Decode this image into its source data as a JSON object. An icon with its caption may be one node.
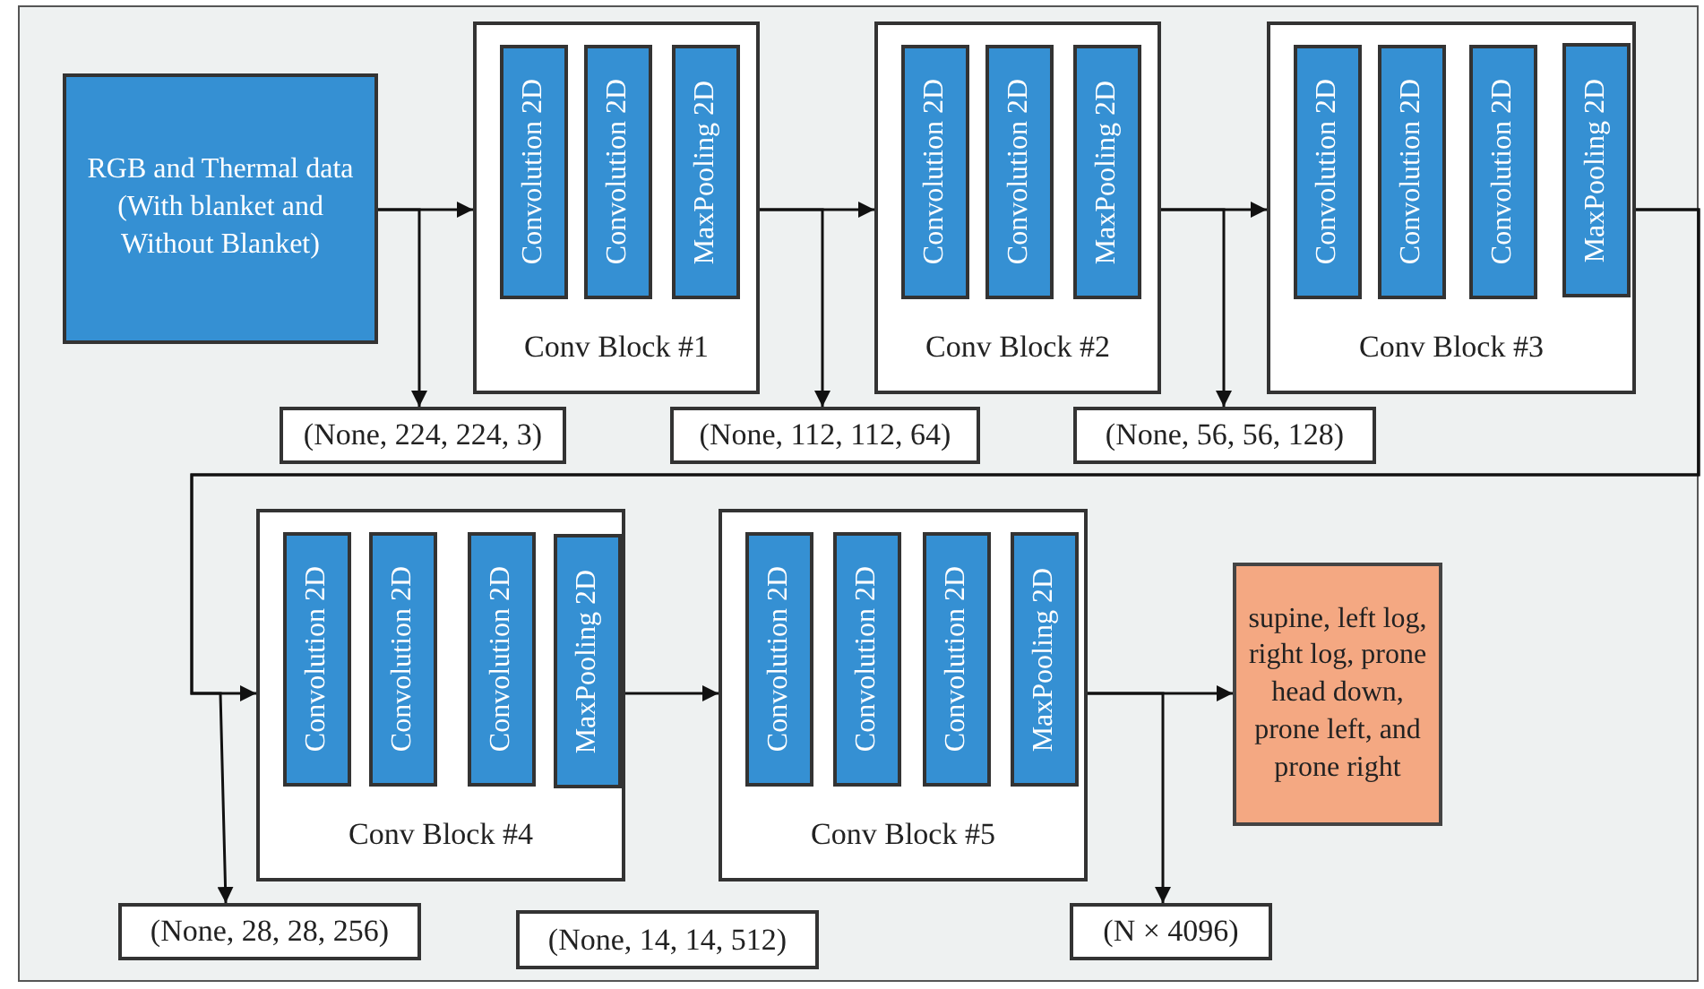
{
  "diagram": {
    "nodes": [
      {
        "text": [
          "RGB and Thermal data (With blanket and Without Blanket)"
        ]
      },
      {
        "text": [
          "Conv Block #1"
        ]
      },
      {
        "text": [
          "Convolution 2D"
        ],
        "in": 1
      },
      {
        "text": [
          "Convolution 2D"
        ],
        "in": 1
      },
      {
        "text": [
          "MaxPooling 2D"
        ],
        "in": 1
      },
      {
        "text": [
          "Conv Block #2"
        ]
      },
      {
        "text": [
          "Convolution 2D"
        ],
        "in": 5
      },
      {
        "text": [
          "Convolution 2D"
        ],
        "in": 5
      },
      {
        "text": [
          "MaxPooling 2D"
        ],
        "in": 5
      },
      {
        "text": [
          "Conv Block #3"
        ]
      },
      {
        "text": [
          "Convolution 2D"
        ],
        "in": 9
      },
      {
        "text": [
          "Convolution 2D"
        ],
        "in": 9
      },
      {
        "text": [
          "Convolution 2D"
        ],
        "in": 9
      },
      {
        "text": [
          "MaxPooling 2D"
        ],
        "in": 9
      },
      {
        "text": [
          "Conv Block #4"
        ]
      },
      {
        "text": [
          "Convolution 2D"
        ],
        "in": 14
      },
      {
        "text": [
          "Convolution 2D"
        ],
        "in": 14
      },
      {
        "text": [
          "Convolution 2D"
        ],
        "in": 14
      },
      {
        "text": [
          "MaxPooling 2D"
        ],
        "in": 14
      },
      {
        "text": [
          "Conv Block #5"
        ]
      },
      {
        "text": [
          "Convolution 2D"
        ],
        "in": 19
      },
      {
        "text": [
          "Convolution 2D"
        ],
        "in": 19
      },
      {
        "text": [
          "Convolution 2D"
        ],
        "in": 19
      },
      {
        "text": [
          "MaxPooling 2D"
        ],
        "in": 19
      },
      {
        "text": [
          "supine, left log, right log, prone head down, prone left, and prone right"
        ]
      },
      {
        "text": [
          "(None, 224, 224, 3)"
        ]
      },
      {
        "text": [
          "(None, 112, 112, 64)"
        ]
      },
      {
        "text": [
          "(None, 56, 56, 128)"
        ]
      },
      {
        "text": [
          "(None, 28, 28, 256)"
        ]
      },
      {
        "text": [
          "(None, 14, 14, 512)"
        ]
      },
      {
        "text": [
          "(N × 4096)"
        ]
      }
    ],
    "edges": [
      {
        "from": 0,
        "to": 1,
        "arrow": "to"
      },
      {
        "from": 0,
        "to": 25,
        "arrow": "to"
      },
      {
        "from": 1,
        "to": 5,
        "arrow": "to"
      },
      {
        "from": 1,
        "to": 26,
        "arrow": "to"
      },
      {
        "from": 5,
        "to": 9,
        "arrow": "to"
      },
      {
        "from": 5,
        "to": 27,
        "arrow": "to"
      },
      {
        "from": 9,
        "to": 14,
        "arrow": "to"
      },
      {
        "from": 9,
        "to": 28,
        "arrow": "to"
      },
      {
        "from": 14,
        "to": 19,
        "arrow": "to"
      },
      {
        "from": 19,
        "to": 24,
        "arrow": "to"
      },
      {
        "from": 19,
        "to": 30,
        "arrow": "to"
      }
    ]
  }
}
